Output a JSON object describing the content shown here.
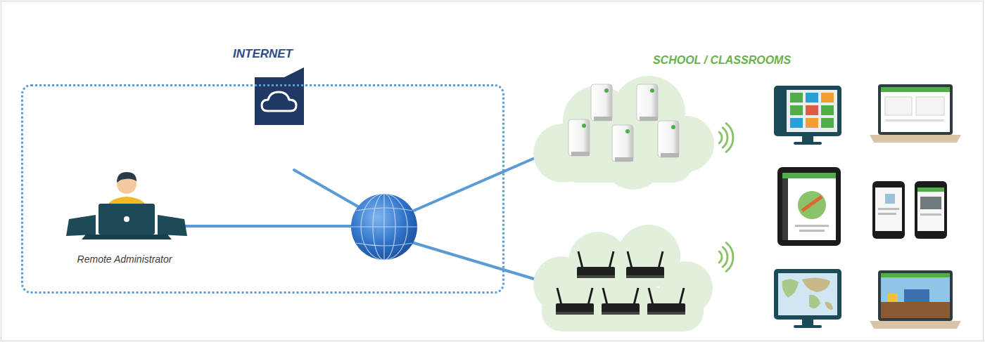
{
  "diagram": {
    "nodes": [
      {
        "text": [
          "INTERNET"
        ]
      }
    ],
    "labels": [
      "SCHOOL / CLASSROOMS",
      "Remote Administrator"
    ]
  }
}
